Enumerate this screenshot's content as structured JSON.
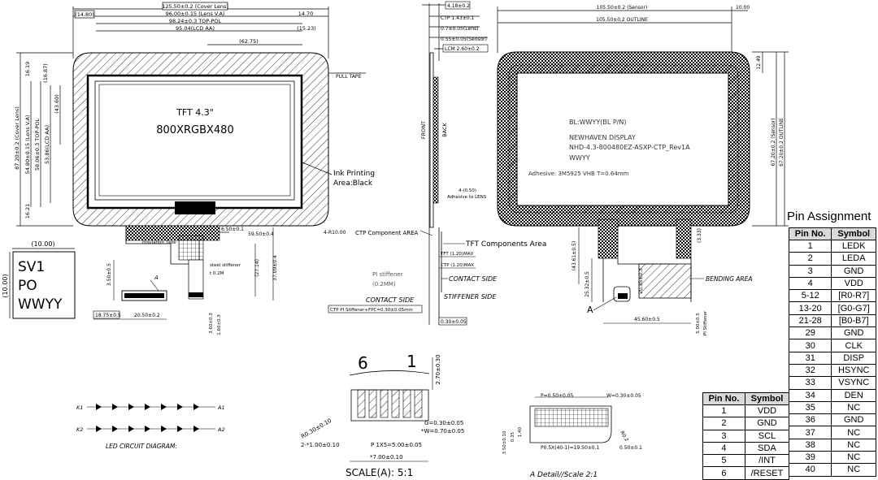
{
  "front": {
    "dims_top": [
      "125.50±0.2 (Cover Lens)",
      "(14.80)",
      "96.00±0.15 (Lens V.A)",
      "14.70",
      "98.24±0.3 TOP-POL",
      "95.04(LCD AA)",
      "(15.23)",
      "(62.75)"
    ],
    "dims_left": [
      "87.20±0.2 (Cover Lens)",
      "54.80±0.15 (Lens V.A)",
      "58.06±0.3 TOP-POL",
      "53.86(LCD AA)",
      "16.19",
      "(16.87)",
      "(43.60)",
      "16.21"
    ],
    "lcd_line1": "TFT 4.3\"",
    "lcd_line2": "800XRGBX480",
    "pull_tape": "PULL TAPE",
    "ink_printing_1": "Ink Printing",
    "ink_printing_2": "Area:Black",
    "insulation_tape": "Insulation Tape",
    "steel_stiffener_1": "steel stiffener",
    "steel_stiffener_2": "t 0.2M",
    "dims_bottom": [
      "6.50±0.1",
      "59.50±0.4",
      "4-R10.00",
      "(27.14)",
      "37.09±0.4",
      "3.50±0.5",
      "18.75±0.5",
      "20.50±0.2",
      "3.60±0.3",
      "1.60±0.3"
    ],
    "label_a": "A"
  },
  "label_box": {
    "dim_w": "(10.00)",
    "dim_h": "(10.00)",
    "lines": [
      "SV1",
      "PO",
      "WWYY"
    ]
  },
  "side": {
    "dims": [
      "4.18±0.2",
      "CTP 1.43±0.1",
      "0.7±0.05(Lens)",
      "0.55±0.05(Sensor)",
      "LCM 2.60±0.2",
      "4-(0.50)",
      "Adhesive to LENS",
      "0.30±0.05"
    ],
    "front": "FRONT",
    "back": "BACK",
    "ctp_component_area": "CTP Component AREA",
    "tft_components_area": "TFT Components Area",
    "tft_max": "TFT (1.20)MAX",
    "ctp_max": "CTP (1.20)MAX",
    "pi_stiffener_1": "PI stiffener",
    "pi_stiffener_2": "(0.2MM)",
    "contact_side": "CONTACT SIDE",
    "contact_side2": "CONTACT SIDE",
    "stiffener_side": "STIFFENER SIDE",
    "ctp_pi_stiffener": "CTP PI Stiffener+FPC=0.30±0.05mm"
  },
  "back": {
    "dims_top": [
      "105.50±0.2 (Sensor)",
      "105.50±0.2 OUTLINE",
      "10.00"
    ],
    "dims_right": [
      "12.49",
      "67.20±0.2 (Sensor)",
      "67.20±0.2 OUTLINE",
      "(3.33)"
    ],
    "text_lines": [
      "BL:WWYY(BL P/N)",
      "NEWHAVEN DISPLAY",
      "NHD-4.3-800480EZ-ASXP-CTP_Rev1A",
      "WWYY"
    ],
    "adhesive": "Adhesive: 3M5925 VHB T=0.64mm",
    "bending_area": "BENDING AREA",
    "dims_bottom": [
      "(43.61±0.5)",
      "25.32±0.5",
      "20.35±0.3",
      "45.60±0.5",
      "5.00±0.5",
      "PI Stiffener"
    ],
    "label_a": "A"
  },
  "led": {
    "title": "LED CIRCUIT DIAGRAM:",
    "k1": "K1",
    "a1": "A1",
    "k2": "K2",
    "a2": "A2"
  },
  "scale_a": {
    "pin6": "6",
    "pin1": "1",
    "dims": [
      "2.70±0.30",
      "R0.30±0.10",
      "2-*1.00±0.10",
      "P 1X5=5.00±0.05",
      "*7.00±0.10",
      "G=0.30±0.05",
      "*W=0.70±0.05"
    ],
    "caption": "SCALE(A): 5:1"
  },
  "detail_a": {
    "dims": [
      "P=0.50±0.05",
      "W=0.30±0.05",
      "3.50±0.10",
      "0.35",
      "1.40",
      "R0.2",
      "P0.5X(40-1)=19.50±0.1",
      "0.50±0.1"
    ],
    "caption": "A Detail//Scale 2:1"
  },
  "pin_assignment": {
    "title": "Pin Assignment",
    "headers": [
      "Pin No.",
      "Symbol"
    ],
    "rows": [
      [
        "1",
        "LEDK"
      ],
      [
        "2",
        "LEDA"
      ],
      [
        "3",
        "GND"
      ],
      [
        "4",
        "VDD"
      ],
      [
        "5-12",
        "[R0-R7]"
      ],
      [
        "13-20",
        "[G0-G7]"
      ],
      [
        "21-28",
        "[B0-B7]"
      ],
      [
        "29",
        "GND"
      ],
      [
        "30",
        "CLK"
      ],
      [
        "31",
        "DISP"
      ],
      [
        "32",
        "HSYNC"
      ],
      [
        "33",
        "VSYNC"
      ],
      [
        "34",
        "DEN"
      ],
      [
        "35",
        "NC"
      ],
      [
        "36",
        "GND"
      ],
      [
        "37",
        "NC"
      ],
      [
        "38",
        "NC"
      ],
      [
        "39",
        "NC"
      ],
      [
        "40",
        "NC"
      ]
    ]
  },
  "ctp_pins": {
    "headers": [
      "Pin No.",
      "Symbol"
    ],
    "rows": [
      [
        "1",
        "VDD"
      ],
      [
        "2",
        "GND"
      ],
      [
        "3",
        "SCL"
      ],
      [
        "4",
        "SDA"
      ],
      [
        "5",
        "/INT"
      ],
      [
        "6",
        "/RESET"
      ]
    ]
  }
}
